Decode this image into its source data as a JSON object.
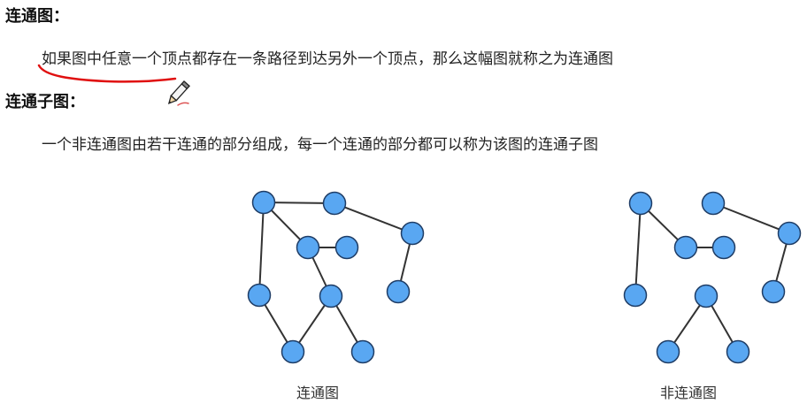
{
  "sections": {
    "connected_graph": {
      "heading": "连通图：",
      "definition": "如果图中任意一个顶点都存在一条路径到达另外一个顶点，那么这幅图就称之为连通图"
    },
    "connected_subgraph": {
      "heading": "连通子图：",
      "definition": "一个非连通图由若干连通的部分组成，每一个连通的部分都可以称为该图的连通子图"
    }
  },
  "figures": {
    "left_caption": "连通图",
    "right_caption": "非连通图"
  },
  "annotation": {
    "underline_color": "#e01010",
    "node_color": "#59a7f2"
  }
}
